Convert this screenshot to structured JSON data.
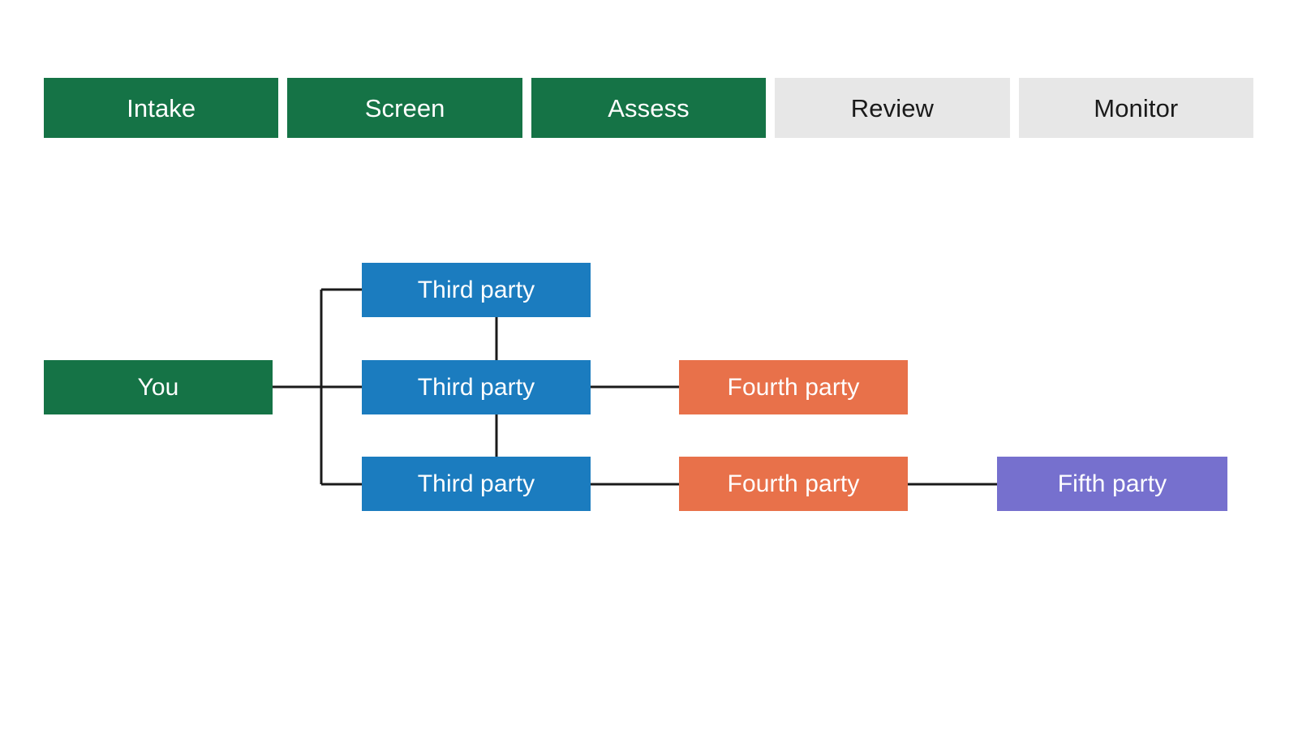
{
  "stages": {
    "items": [
      {
        "label": "Intake",
        "state": "active"
      },
      {
        "label": "Screen",
        "state": "active"
      },
      {
        "label": "Assess",
        "state": "active"
      },
      {
        "label": "Review",
        "state": "inactive"
      },
      {
        "label": "Monitor",
        "state": "inactive"
      }
    ]
  },
  "graph": {
    "nodes": {
      "you": "You",
      "third_1": "Third party",
      "third_2": "Third party",
      "third_3": "Third party",
      "fourth_1": "Fourth party",
      "fourth_2": "Fourth party",
      "fifth_1": "Fifth party"
    }
  },
  "colors": {
    "green": "#157346",
    "grey": "#e7e7e7",
    "blue": "#1b7cbf",
    "orange": "#e8714a",
    "purple": "#7670ce",
    "edge": "#1a1a1a",
    "background": "#ffffff",
    "label_on_fill": "#ffffff",
    "label_on_grey": "#1a1a1a"
  }
}
